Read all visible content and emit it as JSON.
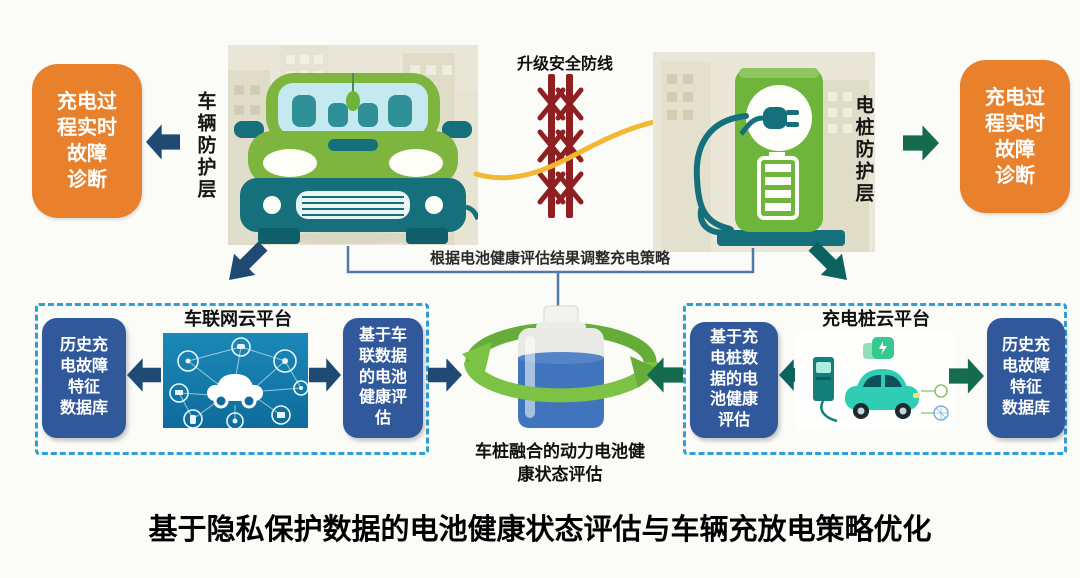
{
  "main_title": "基于隐私保护数据的电池健康状态评估与车辆充放电策略优化",
  "top": {
    "left_fault_box": "充电过\n程实时\n故障\n诊断",
    "right_fault_box": "充电过\n程实时\n故障\n诊断",
    "vehicle_protect_label": "车辆防护层",
    "pile_protect_label": "电桩防护层",
    "firewall_label": "升级安全防线",
    "strategy_label": "根据电池健康评估结果调整充电策略"
  },
  "left_panel": {
    "title": "车联网云平台",
    "history_db_box": "历史充\n电故障\n特征\n数据库",
    "assessment_box": "基于车\n联数据\n的电池\n健康评\n估"
  },
  "center": {
    "fusion_label": "车桩融合的动力电池健\n康状态评估"
  },
  "right_panel": {
    "title": "充电桩云平台",
    "assessment_box": "基于充\n电桩数\n据的电\n池健康\n评估",
    "history_db_box": "历史充\n电故障\n特征\n数据库"
  },
  "icons": {
    "ev_car": "ev-car-illustration",
    "charging_pile": "charging-pile-illustration",
    "firewall": "security-fence-icon",
    "cable": "charging-cable-icon",
    "iov_cloud": "iov-network-image",
    "pile_cloud": "charging-pile-cloud-image",
    "battery": "battery-cell-icon",
    "ring": "circular-fusion-arrows-icon"
  },
  "colors": {
    "orange_box": "#E8802C",
    "blue_box": "#31589B",
    "navy_arrow": "#1F4A73",
    "dark_green_arrow": "#156B4F",
    "teal_arrow": "#0D6260",
    "dashed_border": "#2E9FD6",
    "ring_green": "#6FB53C",
    "fence_red": "#8E2022",
    "cable_yellow": "#F2B733",
    "battery_liquid": "#4074BC"
  }
}
